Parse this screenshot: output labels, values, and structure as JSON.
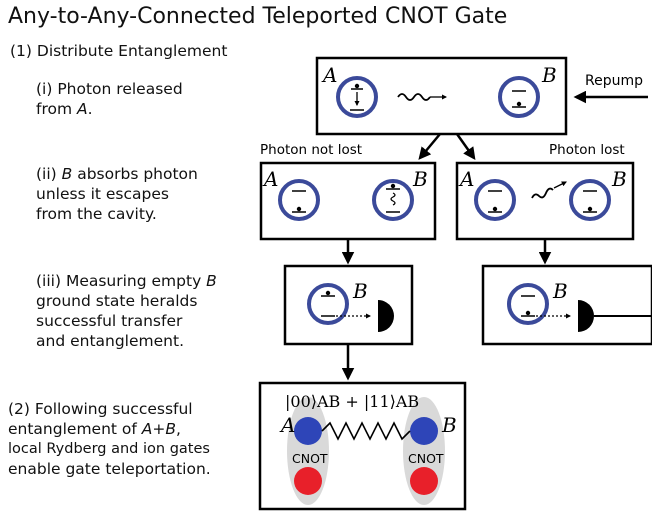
{
  "title": "Any-to-Any-Connected Teleported CNOT Gate",
  "step1": "(1) Distribute Entanglement",
  "step1i": {
    "line1": "(i) Photon released",
    "line2a": "from ",
    "line2b": "A",
    "line2c": "."
  },
  "step1ii": {
    "line1a": "(ii) ",
    "line1b": "B",
    "line1c": " absorbs photon",
    "line2": "unless it escapes",
    "line3": "from the cavity."
  },
  "step1iii": {
    "line1a": "(iii) Measuring empty ",
    "line1b": "B",
    "line2": "ground state heralds",
    "line3": "successful transfer",
    "line4": "and entanglement."
  },
  "step2": {
    "line1": "(2) Following successful",
    "line2a": "entanglement of ",
    "line2b": "A+B",
    "line2c": ",",
    "line3": "local Rydberg and ion gates",
    "line4": "enable gate teleportation."
  },
  "repump": "Repump",
  "photon_not_lost": "Photon not lost",
  "photon_lost": "Photon lost",
  "node_a": "A",
  "node_b": "B",
  "state_label": "|00⟩AB + |11⟩AB",
  "cnot": "CNOT",
  "colors": {
    "cavity": "#3b4a9a",
    "atom_blue": "#2e45b8",
    "atom_red": "#e8202a",
    "ellipse": "#d9d9d9"
  }
}
